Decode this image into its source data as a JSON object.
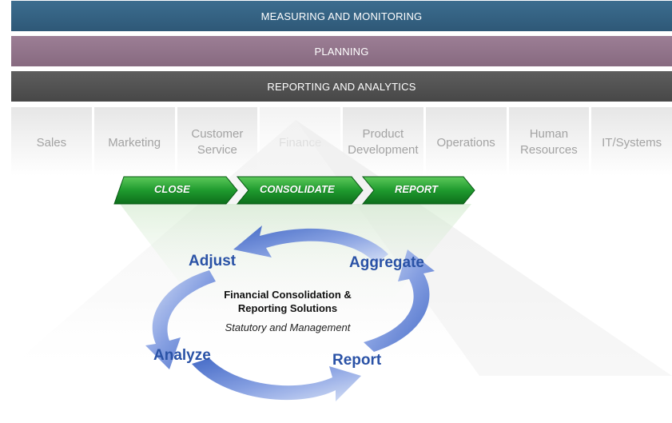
{
  "bands": {
    "measuring": "MEASURING AND MONITORING",
    "planning": "PLANNING",
    "reporting": "REPORTING AND ANALYTICS"
  },
  "departments": [
    {
      "label": "Sales"
    },
    {
      "label": "Marketing"
    },
    {
      "label": "Customer\nService"
    },
    {
      "label": "Finance",
      "active": true
    },
    {
      "label": "Product\nDevelopment"
    },
    {
      "label": "Operations"
    },
    {
      "label": "Human\nResources"
    },
    {
      "label": "IT/Systems"
    }
  ],
  "process_steps": [
    "CLOSE",
    "CONSOLIDATE",
    "REPORT"
  ],
  "cycle": {
    "adjust": "Adjust",
    "aggregate": "Aggregate",
    "analyze": "Analyze",
    "report": "Report"
  },
  "center": {
    "title": "Financial Consolidation &\nReporting Solutions",
    "subtitle": "Statutory and Management"
  },
  "colors": {
    "measuring": "#2e5877",
    "planning": "#876a80",
    "reporting": "#474747",
    "step_green": "#1f9a2e",
    "cycle_blue": "#2a52a6"
  }
}
